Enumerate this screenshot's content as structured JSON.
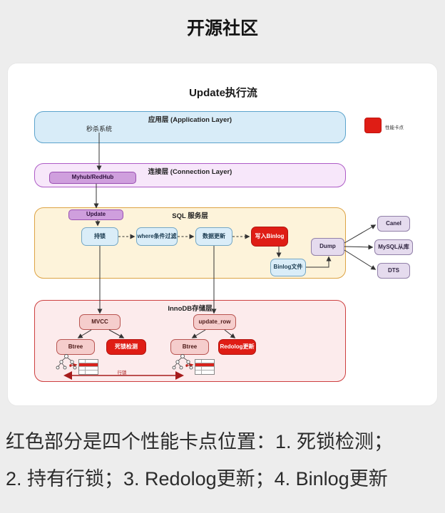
{
  "page_title": "开源社区",
  "caption": {
    "line1": "红色部分是四个性能卡点位置：1. 死锁检测；",
    "line2": "2. 持有行锁；3. Redolog更新；4. Binlog更新"
  },
  "diagram": {
    "title": "Update执行流",
    "legend": {
      "label": "性能卡点",
      "color": "#df1d15"
    },
    "app_layer": {
      "title": "应用层 (Application Layer)",
      "seckill_system": "秒杀系统"
    },
    "conn_layer": {
      "title": "连接层 (Connection Layer)",
      "proxy": "Myhub/RedHub"
    },
    "sql_layer": {
      "title": "SQL 服务层",
      "update": "Update",
      "hold_lock": "持锁",
      "where_filter": "where条件过滤",
      "data_update": "数据更新",
      "write_binlog": "写入Binlog",
      "binlog_file": "Binlog文件",
      "dump": "Dump"
    },
    "downstream": {
      "canal": "Canel",
      "mysql_replica": "MySQL从库",
      "dts": "DTS"
    },
    "innodb_layer": {
      "title": "InnoDB存储层",
      "mvcc": "MVCC",
      "update_row": "update_row",
      "btree_left": "Btree",
      "deadlock_check": "死锁检测",
      "btree_right": "Btree",
      "redolog_update": "Redolog更新",
      "row_lock_label": "行锁"
    }
  }
}
